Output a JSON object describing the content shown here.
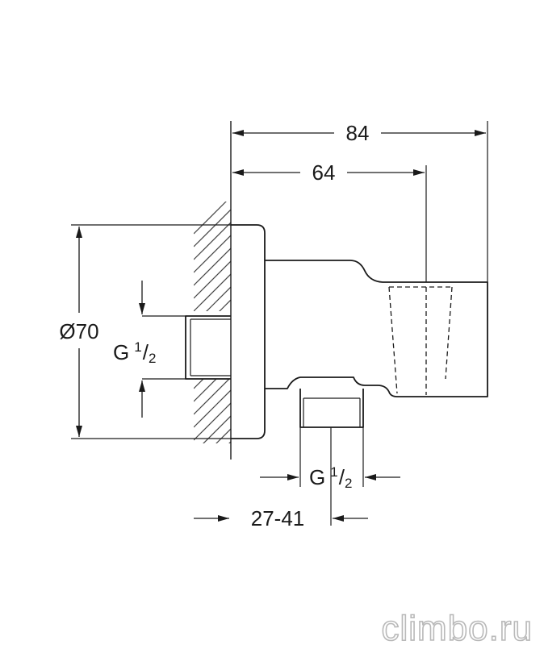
{
  "dimensions": {
    "overall_length": "84",
    "outlet_axis": "64",
    "diameter": "Ø70",
    "wall_thread": {
      "main": "G",
      "num": "1",
      "den": "2"
    },
    "outlet_thread": {
      "main": "G",
      "num": "1",
      "den": "2"
    },
    "wall_depth": "27-41"
  },
  "watermark": "climbo.ru",
  "colors": {
    "line": "#1a1a1a",
    "hatch": "#444444",
    "watermark": "#b9b9b9"
  }
}
